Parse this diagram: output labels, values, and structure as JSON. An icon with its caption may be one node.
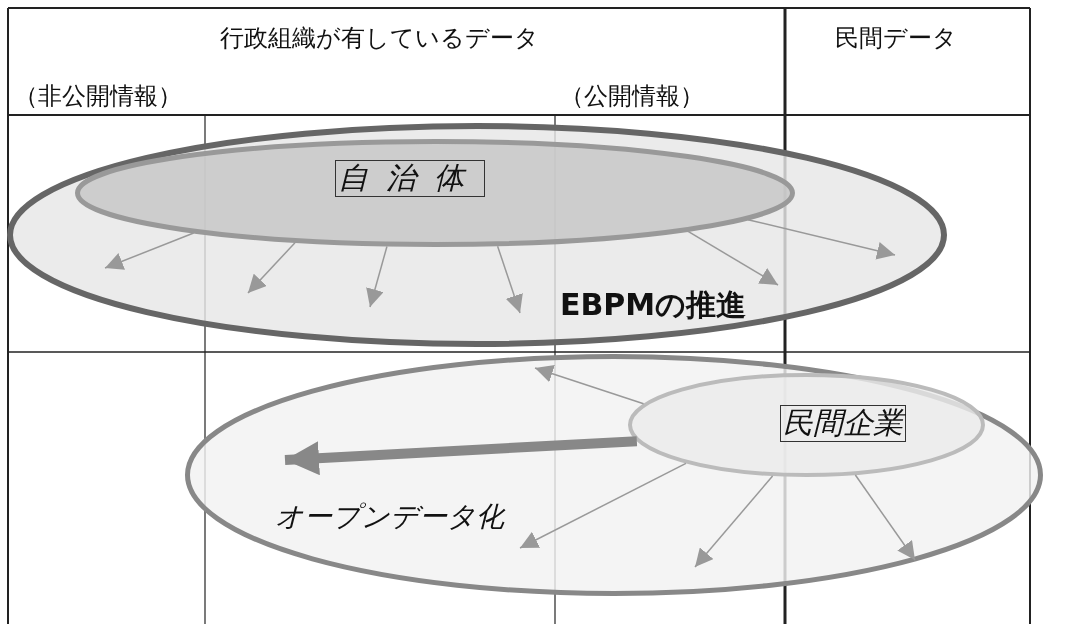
{
  "diagram": {
    "nodes": [
      {
        "text": [
          "EBPMの推進"
        ]
      },
      {
        "text": [
          "自治体"
        ],
        "in": 0
      },
      {
        "text": [
          "オープンデータ化"
        ]
      },
      {
        "text": [
          "民間企業"
        ],
        "in": 2
      }
    ],
    "edges": [
      {
        "from": 1,
        "to": null,
        "arrow": "to"
      },
      {
        "from": 1,
        "to": null,
        "arrow": "to"
      },
      {
        "from": 1,
        "to": null,
        "arrow": "to"
      },
      {
        "from": 1,
        "to": null,
        "arrow": "to"
      },
      {
        "from": 1,
        "to": null,
        "arrow": "to"
      },
      {
        "from": 1,
        "to": null,
        "arrow": "to"
      },
      {
        "from": 3,
        "to": null,
        "arrow": "to"
      },
      {
        "from": 3,
        "to": null,
        "arrow": "to",
        "style": "thick"
      },
      {
        "from": 3,
        "to": null,
        "arrow": "to"
      },
      {
        "from": 3,
        "to": null,
        "arrow": "to"
      },
      {
        "from": 3,
        "to": null,
        "arrow": "to"
      }
    ],
    "labels": [
      "行政組織が有しているデータ",
      "民間データ",
      "（非公開情報）",
      "（公開情報）"
    ]
  }
}
